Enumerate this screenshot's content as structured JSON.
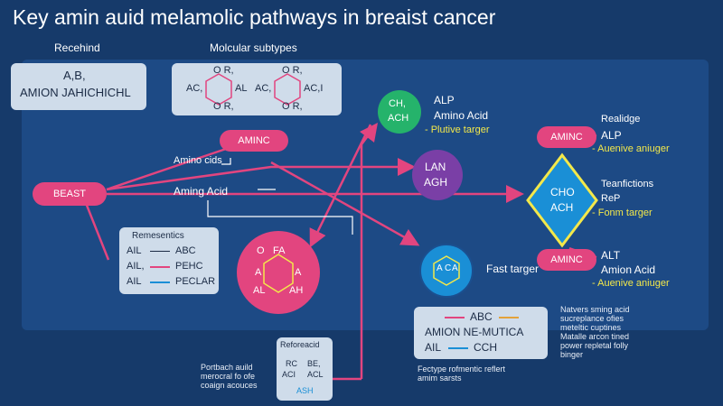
{
  "title": "Key amin auid melamolic pathways in breaist cancer",
  "left_box": {
    "header": "Recehind",
    "line1": "A,B,",
    "line2": "AMION JAHICHICHL"
  },
  "subtypes": {
    "header": "Molcular subtypes",
    "left": {
      "top": "O R,",
      "ac": "AC,",
      "al": "AL",
      "bottom": "O R,"
    },
    "right": {
      "top": "O R,",
      "ac": "AC,",
      "al": "AC,I",
      "bottom": "O R,"
    }
  },
  "pills": {
    "aminc_center": "AMINC",
    "beast": "BEAST",
    "aminc_right_top": "AMINC",
    "aminc_right_bottom": "AMINC"
  },
  "labels": {
    "amino_cids": "Amino cids",
    "aming_acid": "Aming Acid"
  },
  "green_node": {
    "line1": "CH,",
    "line2": "ACH",
    "t1": "ALP",
    "t2": "Amino Acid",
    "t3": "- Plutive targer"
  },
  "purple_node": {
    "line1": "LAN",
    "line2": "AGH"
  },
  "right_top": {
    "t1": "Realidge",
    "t2": "ALP",
    "t3": "- Auenive aniuger"
  },
  "diamond": {
    "line1": "CHO",
    "line2": "ACH",
    "t1": "Teanfictions",
    "t2": "ReP",
    "t3": "- Fonm targer"
  },
  "right_bottom": {
    "t1": "ALT",
    "t2": "Amion Acid",
    "t3": "- Auenive aniuger"
  },
  "remesentics": {
    "header": "Remesentics",
    "rows": [
      {
        "a": "AIL",
        "b": "ABC"
      },
      {
        "a": "AIL,",
        "b": "PEHC"
      },
      {
        "a": "AIL",
        "b": "PECLAR"
      }
    ]
  },
  "magenta_circle": {
    "top": "FA",
    "o": "O",
    "a1": "A",
    "a2": "A",
    "al": "AL",
    "ah": "AH"
  },
  "blue_circle": {
    "a": "A",
    "c": "C",
    "b": "A",
    "label": "Fast targer"
  },
  "bottom_box": {
    "r1a": "ABC",
    "r2": "AMION NE-MUTICA",
    "r3a": "AIL",
    "r3b": "CCH"
  },
  "side_notes": [
    "Natvers sming acid",
    "sucreplance ofies",
    "meteltic cuptines",
    "Matalle arcon tined",
    "power repletal folly",
    "binger"
  ],
  "reforeacid": {
    "header": "Reforeacid",
    "rc": "RC",
    "be": "BE,",
    "ac": "ACI",
    "acl": "ACL",
    "ash": "ASH"
  },
  "left_note": [
    "Portbach auild",
    "merocral fo ofe",
    "coaign acouces"
  ],
  "bottom_note": [
    "Fectype rofmentic reflert",
    "amim sarsts"
  ],
  "colors": {
    "pink": "#e2457f",
    "green": "#25b36b",
    "purple": "#7a3fa6",
    "yellow": "#f3e84a",
    "blue": "#1a8fd6"
  }
}
